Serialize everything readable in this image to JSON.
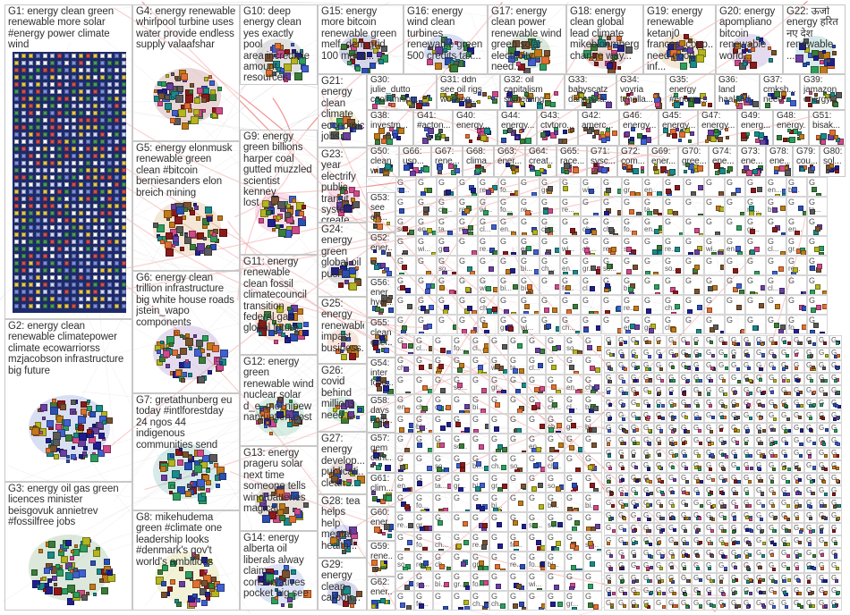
{
  "graph": {
    "groups": [
      {
        "id": "G1",
        "label": "G1: energy clean green\nrenewable more solar\n#energy power climate\nwind"
      },
      {
        "id": "G2",
        "label": "G2: energy clean\nrenewable climatepower\nclimate ecowarriorss\nmzjacobson infrastructure\nbig future"
      },
      {
        "id": "G3",
        "label": "G3: energy oil gas green\nlicences minister\nbeisgovuk annietrev\n#fossilfree jobs"
      },
      {
        "id": "G4",
        "label": "G4: energy renewable\nwhirlpool turbine uses\nwater provide endless\nsupply valaafshar"
      },
      {
        "id": "G5",
        "label": "G5: energy elonmusk\nrenewable green\nclean #bitcoin\nberniesanders elon\nbreich mining"
      },
      {
        "id": "G6",
        "label": "G6: energy clean\ntrillion infrastructure\nbig white house roads\njstein_wapo\ncomponents"
      },
      {
        "id": "G7",
        "label": "G7: gretathunberg eu\ntoday #intlforestday\n24 ngos 44\nindigenous\ncommunities send"
      },
      {
        "id": "G8",
        "label": "G8: mikehudema\ngreen #climate one\nleadership looks\n#denmark's gov't\nworld's ambitious"
      },
      {
        "id": "G9",
        "label": "G9: energy\ngreen billions\nharper coal\ngutted muzzled\nscientist kenney\nlost"
      },
      {
        "id": "G10",
        "label": "G10: deep\nenergy clean\nyes exactly pool\narea incredible\namount\nresources"
      },
      {
        "id": "G11",
        "label": "G11: energy\nrenewable\nclean fossil\nclimatecouncil\ntransition\nfederal gas\nglobal future"
      },
      {
        "id": "G12",
        "label": "G12: energy\ngreen\nrenewable wind\nnuclear solar\nd_e_mol njpew\nnarvuntien cost"
      },
      {
        "id": "G13",
        "label": "G13: energy\nprageru solar\nnext time\nsomeone tells\nwind batteries\nmagical"
      },
      {
        "id": "G14",
        "label": "G14: energy\nalberta oil\nliberals alway\nclaim\nconservatives\npocket big see"
      },
      {
        "id": "G15",
        "label": "G15: energy\nmore bitcoin\nrenewable green\nmelf_dem grid\n100 make..."
      },
      {
        "id": "G16",
        "label": "G16: energy\nwind clean\nturbines\nrenewable green\n500 credits tax..."
      },
      {
        "id": "G17",
        "label": "G17: energy\nclean power\nrenewable wind\ngreen solar\nelectricity need..."
      },
      {
        "id": "G18",
        "label": "G18: energy\nclean global\nlead climate\nmikebloomberg\nchange way..."
      },
      {
        "id": "G19",
        "label": "G19: energy\nrenewable\nketanj0\nfrances_copp...\nneed good inf..."
      },
      {
        "id": "G20",
        "label": "G20: energy\napompliano\nbitcoin\nrenewable\nworld..."
      },
      {
        "id": "G22",
        "label": "G22: ऊर्जा\nenergy हरित\nनए देश\nrenewable ..."
      },
      {
        "id": "G21",
        "label": "G21:\nenergy\nclean\nclimate\neconomic\njobs..."
      },
      {
        "id": "G23",
        "label": "G23: year\nelectrify\npublic\ntransit\nsystem\ncreate..."
      },
      {
        "id": "G24",
        "label": "G24:\nenergy\ngreen\nglobal oil\npush..."
      },
      {
        "id": "G25",
        "label": "G25:\nenergy\nrenewable\nimpact\nbusiness..."
      },
      {
        "id": "G26",
        "label": "G26:\ncovid\nbehind\nmillions\nneed..."
      },
      {
        "id": "G27",
        "label": "G27:\nenergy\ndevelop...\npublicati...\nclean..."
      },
      {
        "id": "G28",
        "label": "G28: tea\nhelps\nhelp\nmental\nhealth..."
      },
      {
        "id": "G29",
        "label": "G29:\nenergy\nclean\ncarbon..."
      },
      {
        "id": "G30",
        "label": "G30:\njulie_dutto\ncoolrunning..."
      },
      {
        "id": "G31",
        "label": "G31: ddn\nsee oil rigs\nworking..."
      },
      {
        "id": "G32",
        "label": "G32: oil\ncapitalism\nsomething..."
      },
      {
        "id": "G33",
        "label": "G33:\nbabyscatz\ndannyma..."
      },
      {
        "id": "G34",
        "label": "G34:\nvoyria\ntenella..."
      },
      {
        "id": "G35",
        "label": "G35:\nenergy\n#energy..."
      },
      {
        "id": "G36",
        "label": "G36:\nland\nhaaland..."
      },
      {
        "id": "G37",
        "label": "G37:\ncmksh...\nneed..."
      },
      {
        "id": "G39",
        "label": "G39:\njamazon\nenergy..."
      },
      {
        "id": "G38",
        "label": "G38:\ninvestm..."
      },
      {
        "id": "G41",
        "label": "G41:\n#acton..."
      },
      {
        "id": "G40",
        "label": "G40:\nenergy..."
      },
      {
        "id": "G44",
        "label": "G44:\nenergy..."
      },
      {
        "id": "G43",
        "label": "G43:\nctvtoro..."
      },
      {
        "id": "G42",
        "label": "G42:\namerc..."
      },
      {
        "id": "G46",
        "label": "G46:\nenergy..."
      },
      {
        "id": "G45",
        "label": "G45:\nenergy..."
      },
      {
        "id": "G47",
        "label": "G47:\nenergy..."
      },
      {
        "id": "G49",
        "label": "G49:\nenerg..."
      },
      {
        "id": "G48",
        "label": "G48:\nenergy..."
      },
      {
        "id": "G51",
        "label": "G51:\nbisak..."
      },
      {
        "id": "G50",
        "label": "G50:\nclean\nwin..."
      },
      {
        "id": "G66",
        "label": "G66:\nuso..."
      },
      {
        "id": "G67",
        "label": "G67:\nrene..."
      },
      {
        "id": "G68",
        "label": "G68:\nclima..."
      },
      {
        "id": "G63",
        "label": "G63:\nener..."
      },
      {
        "id": "G64",
        "label": "G64:\ncreat..."
      },
      {
        "id": "G65",
        "label": "G65:\nrace..."
      },
      {
        "id": "G71",
        "label": "G71:\nsysc..."
      },
      {
        "id": "G72",
        "label": "G72:\ncom..."
      },
      {
        "id": "G69",
        "label": "G69:\nener..."
      },
      {
        "id": "G70",
        "label": "G70:\ngree..."
      },
      {
        "id": "G74",
        "label": "G74:\nene..."
      },
      {
        "id": "G73",
        "label": "G73:\nene..."
      },
      {
        "id": "G78",
        "label": "G78:\nene..."
      },
      {
        "id": "G79",
        "label": "G79:\ncou..."
      },
      {
        "id": "G80",
        "label": "G80:\nsol..."
      },
      {
        "id": "G53",
        "label": "G53:\nsee\neh..."
      },
      {
        "id": "G52",
        "label": "G52:\nener..."
      },
      {
        "id": "G56",
        "label": "G56:\nener\nhydr..."
      },
      {
        "id": "G55",
        "label": "G55:\nclean\nener..."
      },
      {
        "id": "G54",
        "label": "G54:\ninter\nfollo..."
      },
      {
        "id": "G58",
        "label": "G58:\ndays\nnoth..."
      },
      {
        "id": "G57",
        "label": "G57:\ngem\ncant..."
      },
      {
        "id": "G61",
        "label": "G61:\nclim..."
      },
      {
        "id": "G60",
        "label": "G60:\nener..."
      },
      {
        "id": "G59",
        "label": "G59:\nrene..."
      },
      {
        "id": "G62",
        "label": "G62:\nener..."
      }
    ],
    "small_group_prefix": "G",
    "small_group_words": [
      "en...",
      "re...",
      "cl...",
      "gr...",
      "ch...",
      "wi...",
      "so...",
      "bi...",
      "fo...",
      "ta..."
    ]
  },
  "palette": {
    "node_colors": [
      "#1f1f8f",
      "#2b4fb5",
      "#3a7d3a",
      "#8b1a1a",
      "#c07a1a",
      "#6b3fa0",
      "#1a8a8a",
      "#b5b51f",
      "#d04a8a",
      "#5a5a5a",
      "#e07030",
      "#2e9e5e",
      "#7a5230",
      "#4060d0"
    ],
    "edge_red": "#e83a3a",
    "edge_gray": "#b8b8b8",
    "border": "#c8c8c8",
    "label": "#303030",
    "g1_bg": "#1d2a6b"
  }
}
